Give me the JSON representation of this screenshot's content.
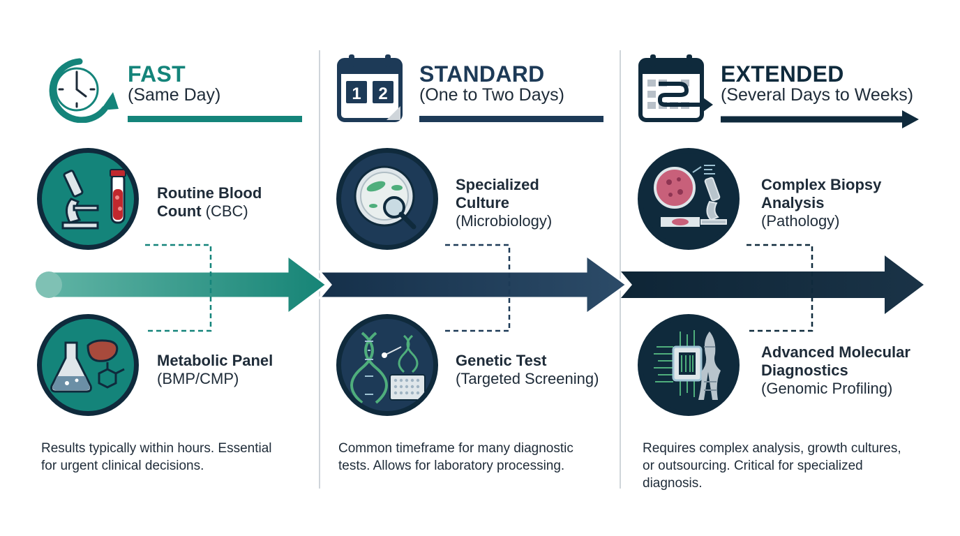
{
  "phases": [
    {
      "title": "FAST",
      "subtitle": "(Same Day)",
      "color": "#14847a",
      "tests": [
        {
          "name": "Routine Blood Count",
          "name_line1": "Routine Blood",
          "name_line2": "Count",
          "detail": "(CBC)"
        },
        {
          "name": "Metabolic Panel",
          "detail": "(BMP/CMP)"
        }
      ],
      "description": "Results typically within hours. Essential for urgent clinical decisions.",
      "desc_line1": "Results typically within hours. Essential",
      "desc_line2": "for urgent clinical decisions."
    },
    {
      "title": "STANDARD",
      "subtitle": "(One to Two Days)",
      "color": "#1d3a57",
      "calendar_digits": [
        "1",
        "2"
      ],
      "tests": [
        {
          "name": "Specialized Culture",
          "name_line1": "Specialized",
          "name_line2": "Culture",
          "detail": "(Microbiology)"
        },
        {
          "name": "Genetic Test",
          "detail": "(Targeted Screening)"
        }
      ],
      "description": "Common timeframe for many diagnostic tests. Allows for laboratory processing.",
      "desc_line1": "Common timeframe for many diagnostic",
      "desc_line2": "tests. Allows for laboratory processing."
    },
    {
      "title": "EXTENDED",
      "subtitle": "(Several Days to Weeks)",
      "color": "#0f2a3c",
      "tests": [
        {
          "name": "Complex Biopsy Analysis",
          "name_line1": "Complex Biopsy",
          "name_line2": "Analysis",
          "detail": "(Pathology)"
        },
        {
          "name": "Advanced Molecular Diagnostics",
          "name_line1": "Advanced Molecular",
          "name_line2": "Diagnostics",
          "detail": "(Genomic Profiling)"
        }
      ],
      "description": "Requires complex analysis, growth cultures, or outsourcing. Critical for specialized diagnosis.",
      "desc_line1": "Requires complex analysis, growth cultures,",
      "desc_line2": "or outsourcing. Critical for specialized",
      "desc_line3": "diagnosis."
    }
  ],
  "icons": [
    "clock-icon",
    "calendar-icon",
    "calendar-extended-icon",
    "microscope-blood-icon",
    "flask-liver-icon",
    "petri-dish-icon",
    "dna-icon",
    "biopsy-microscope-icon",
    "chip-chromosome-icon"
  ],
  "colors": {
    "teal": "#14847a",
    "navy": "#1d3a57",
    "dark_navy": "#0f2a3c",
    "divider": "#cfd5da"
  }
}
